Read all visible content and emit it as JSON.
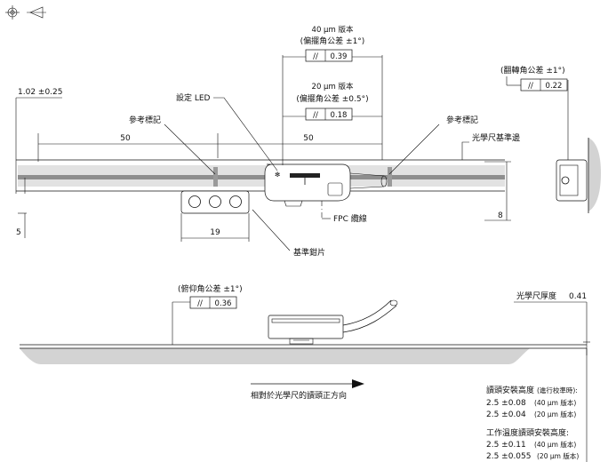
{
  "labels": {
    "set_led": "設定 LED",
    "ref_mark_left": "參考標記",
    "ref_mark_right": "參考標記",
    "scale_datum_edge": "光學尺基準邊",
    "fpc_cable": "FPC 纜線",
    "datum_clamp": "基準鉗片",
    "scale_thickness": "光學尺厚度",
    "direction": "相對於光學尺的讀頭正方向"
  },
  "dimensions": {
    "offset": "1.02 ±0.25",
    "left_50": "50",
    "right_50": "50",
    "clamp_19": "19",
    "left_5": "5",
    "right_8": "8",
    "thickness_value": "0.41"
  },
  "tolerances": {
    "yaw_40_title": "40 µm 版本",
    "yaw_40_label": "(偏擺角公差 ±1°)",
    "yaw_40_value": "0.39",
    "yaw_20_title": "20 µm 版本",
    "yaw_20_label": "(偏擺角公差 ±0.5°)",
    "yaw_20_value": "0.18",
    "roll_label": "(翻轉角公差 ±1°)",
    "roll_value": "0.22",
    "pitch_label": "(俯仰角公差 ±1°)",
    "pitch_value": "0.36",
    "parallel_symbol": "//"
  },
  "ride_height": {
    "title": "讀頭安裝高度",
    "title_note": "(進行校準時):",
    "row1_value": "2.5 ±0.08",
    "row1_version": "(40 µm 版本)",
    "row2_value": "2.5 ±0.04",
    "row2_version": "(20 µm 版本)",
    "op_title": "工作溫度讀頭安裝高度:",
    "row3_value": "2.5 ±0.11",
    "row3_version": "(40 µm 版本)",
    "row4_value": "2.5 ±0.055",
    "row4_version": "(20 µm 版本)"
  },
  "colors": {
    "tape_light": "#e2e2e2",
    "tape_dark": "#8e8e8e",
    "substrate": "#d3d3d3"
  }
}
